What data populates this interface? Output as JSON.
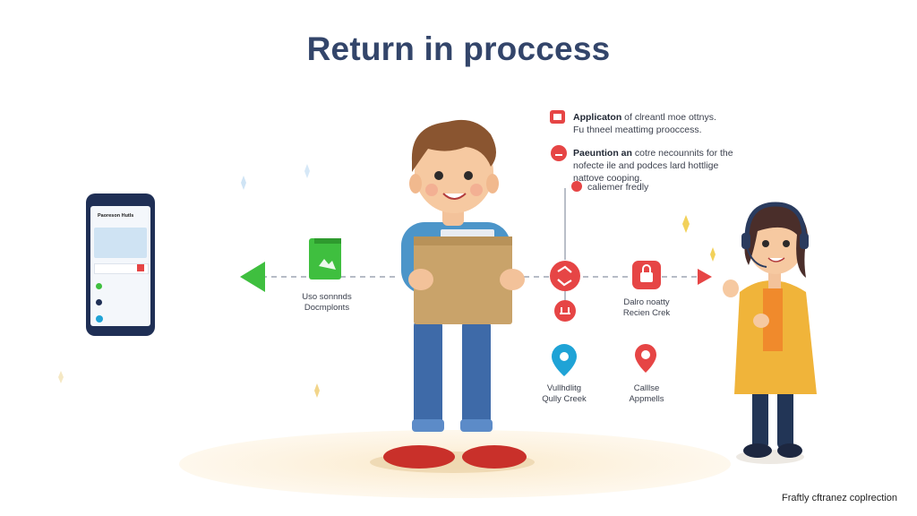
{
  "title": "Return in proccess",
  "footer": "Fraftly cftranez coplrection",
  "notes": [
    {
      "bold": "Applicaton",
      "text": " of clreantl moe ottnys.",
      "line2": "Fu thneel meattimg prooccess."
    },
    {
      "bold": "Paeuntion an",
      "text": " cotre necounnits for the",
      "line2": "nofecte ile and podces lard hottlige",
      "line3": "nattove cooping."
    },
    {
      "bold": "",
      "text": "caliemer fredly",
      "line2": ""
    }
  ],
  "labels": {
    "documents": [
      "Uso sonnnds",
      "Docmplonts"
    ],
    "quality_left": [
      "Vullhdlitg",
      "Qully Creek"
    ],
    "quality_right": [
      "Calllse",
      "Appmells"
    ],
    "notify": [
      "Dalro noatty",
      "Recien Crek"
    ]
  },
  "phone": {
    "title": "Paoreson Hutls"
  },
  "colors": {
    "accent_red": "#e64545",
    "accent_green": "#3fbf3f",
    "accent_blue": "#1fa3d6",
    "title": "#33456a",
    "box": "#c9a36a"
  }
}
